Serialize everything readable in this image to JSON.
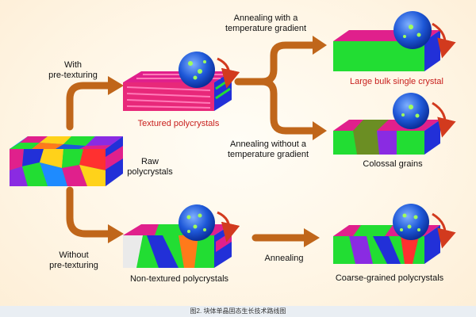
{
  "labels": {
    "with_pretexturing": "With\npre-texturing",
    "without_pretexturing": "Without\npre-texturing",
    "raw_polycrystals": "Raw\npolycrystals",
    "textured_polycrystals": "Textured polycrystals",
    "annealing_with_gradient": "Annealing with a\ntemperature gradient",
    "annealing_without_gradient": "Annealing without a\ntemperature gradient",
    "large_bulk_single_crystal": "Large bulk single crystal",
    "colossal_grains": "Colossal grains",
    "annealing": "Annealing",
    "non_textured_polycrystals": "Non-textured polycrystals",
    "coarse_grained_polycrystals": "Coarse-grained polycrystals"
  },
  "caption": "图2. 块体单晶固态生长技术路线图",
  "colors": {
    "arrow": "#c0661a",
    "label_highlight": "#c8201e",
    "curl_arrow": "#d23a1e",
    "sphere": "#1e58d8",
    "grain_green": "#22dd33",
    "grain_blue": "#2230d8",
    "grain_magenta": "#e0208c"
  }
}
